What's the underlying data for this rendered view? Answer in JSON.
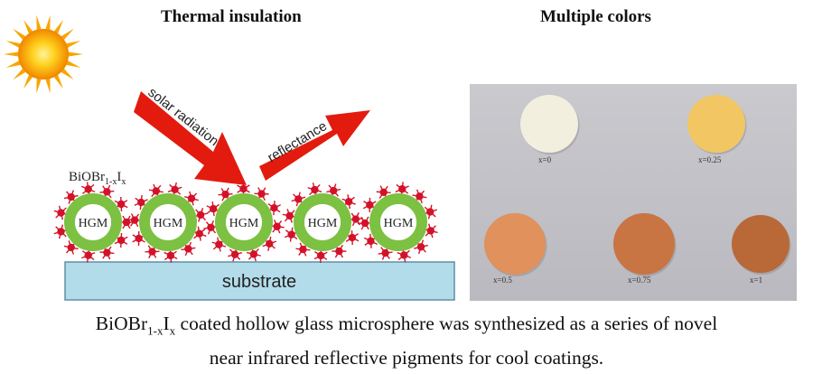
{
  "headings": {
    "left": "Thermal insulation",
    "right": "Multiple colors"
  },
  "diagram": {
    "arrow_in_label": "solar radiation",
    "arrow_out_label": "reflectance",
    "material_base": "BiOBr",
    "material_sub1": "1-x",
    "material_mid": "I",
    "material_sub2": "x",
    "sphere_label": "HGM",
    "substrate_label": "substrate",
    "colors": {
      "sun": "#f7a600",
      "arrow": "#e31b0e",
      "sphere_ring": "#7cc142",
      "particle": "#d3122a",
      "substrate": "#b3dceb"
    }
  },
  "samples": [
    {
      "label": "x=0",
      "color": "#f2efdf"
    },
    {
      "label": "x=0.25",
      "color": "#f2c763"
    },
    {
      "label": "x=0.5",
      "color": "#e0915c"
    },
    {
      "label": "x=0.75",
      "color": "#c97443"
    },
    {
      "label": "x=1",
      "color": "#b86937"
    }
  ],
  "caption": {
    "t1": "BiOBr",
    "s1": "1-x",
    "t2": "I",
    "s2": "x",
    "t3": " coated hollow glass microsphere was synthesized as a series of novel",
    "line2": "near infrared reflective pigments for cool coatings."
  }
}
